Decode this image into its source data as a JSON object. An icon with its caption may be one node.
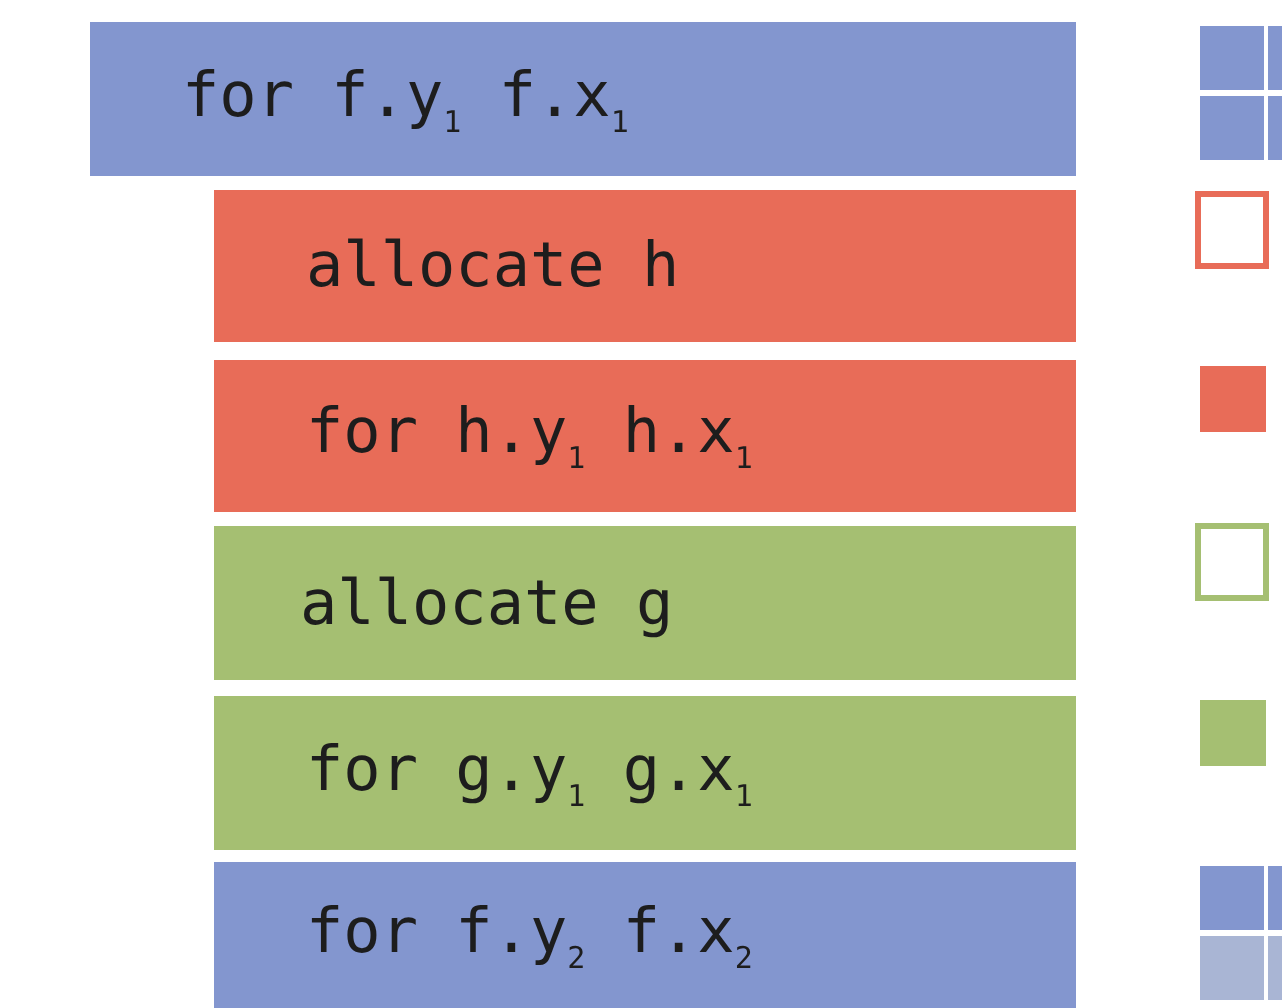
{
  "diagram": {
    "nodes": [
      {
        "text": [
          "for f.y$_{1}$ f.x$_{1}$"
        ]
      },
      {
        "text": [
          "allocate h"
        ]
      },
      {
        "text": [
          "for h.y$_{1}$ h.x$_{1}$"
        ]
      },
      {
        "text": [
          "allocate g"
        ]
      },
      {
        "text": [
          "for g.y$_{1}$ g.x$_{1}$"
        ]
      },
      {
        "text": [
          "for f.y$_{2}$ f.x$_{2}$"
        ]
      }
    ],
    "edges": []
  }
}
